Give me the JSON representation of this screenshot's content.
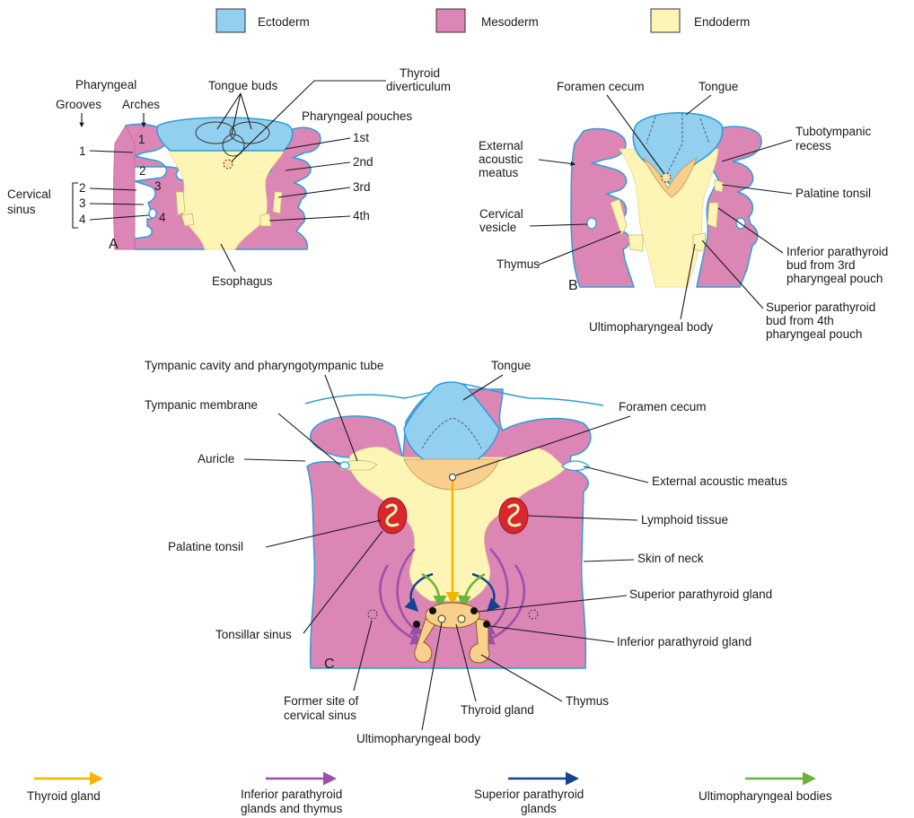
{
  "legend": {
    "ectoderm": "Ectoderm",
    "mesoderm": "Mesoderm",
    "endoderm": "Endoderm"
  },
  "colors": {
    "ectoderm": "#93cfee",
    "mesoderm": "#dc86b6",
    "endoderm": "#fdf5b6",
    "outline": "#2a9fd6",
    "thyroid_arrow": "#f5b400",
    "inferior_arrow": "#9b4fa8",
    "superior_arrow": "#14448f",
    "ultimo_arrow": "#6bb33a",
    "tonsil": "#d9262f"
  },
  "panel_a": {
    "letter": "A",
    "pharyngeal": "Pharyngeal",
    "grooves": "Grooves",
    "arches": "Arches",
    "groove_numbers": [
      "1",
      "2",
      "3",
      "4"
    ],
    "arch_numbers": [
      "1",
      "2",
      "3",
      "4"
    ],
    "cervical_sinus_line1": "Cervical",
    "cervical_sinus_line2": "sinus",
    "tongue_buds": "Tongue buds",
    "thyroid_line1": "Thyroid",
    "thyroid_line2": "diverticulum",
    "pharyngeal_pouches": "Pharyngeal pouches",
    "pouches": [
      "1st",
      "2nd",
      "3rd",
      "4th"
    ],
    "esophagus": "Esophagus"
  },
  "panel_b": {
    "letter": "B",
    "foramen_cecum": "Foramen cecum",
    "tongue": "Tongue",
    "tubo_line1": "Tubotympanic",
    "tubo_line2": "recess",
    "ext_line1": "External",
    "ext_line2": "acoustic",
    "ext_line3": "meatus",
    "palatine_tonsil": "Palatine tonsil",
    "cervical_line1": "Cervical",
    "cervical_line2": "vesicle",
    "thymus": "Thymus",
    "inf_line1": "Inferior parathyroid",
    "inf_line2": "bud from 3rd",
    "inf_line3": "pharyngeal pouch",
    "sup_line1": "Superior parathyroid",
    "sup_line2": "bud from 4th",
    "sup_line3": "pharyngeal pouch",
    "ultimopharyngeal": "Ultimopharyngeal body"
  },
  "panel_c": {
    "letter": "C",
    "tympanic_cavity": "Tympanic cavity and pharyngotympanic tube",
    "tongue": "Tongue",
    "tympanic_membrane": "Tympanic membrane",
    "foramen_cecum": "Foramen cecum",
    "auricle": "Auricle",
    "external_acoustic_meatus": "External acoustic meatus",
    "lymphoid_tissue": "Lymphoid tissue",
    "palatine_tonsil": "Palatine tonsil",
    "skin_of_neck": "Skin of neck",
    "superior_parathyroid_gland": "Superior parathyroid gland",
    "tonsillar_sinus": "Tonsillar sinus",
    "inferior_parathyroid_gland": "Inferior parathyroid gland",
    "former_line1": "Former site of",
    "former_line2": "cervical sinus",
    "thyroid_gland": "Thyroid gland",
    "thymus": "Thymus",
    "ultimopharyngeal_body": "Ultimopharyngeal body"
  },
  "arrow_legend": {
    "thyroid": "Thyroid gland",
    "inferior_line1": "Inferior parathyroid",
    "inferior_line2": "glands and thymus",
    "superior_line1": "Superior parathyroid",
    "superior_line2": "glands",
    "ultimo": "Ultimopharyngeal bodies"
  }
}
